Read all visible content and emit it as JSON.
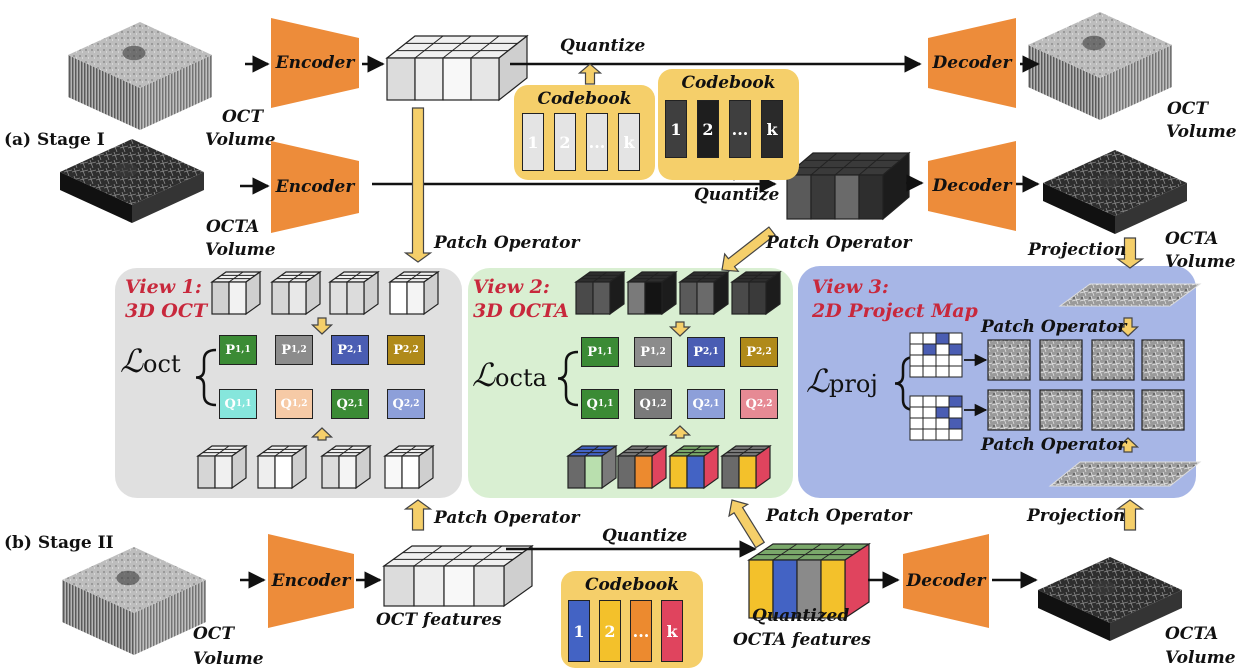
{
  "stage1": {
    "title": "(a) Stage I",
    "oct_volume_line1": "OCT",
    "oct_volume_line2": "Volume",
    "octa_volume_line1": "OCTA",
    "octa_volume_line2": "Volume",
    "encoder_label": "Encoder",
    "decoder_label": "Decoder",
    "quantize_label": "Quantize",
    "codebook_label": "Codebook",
    "codebook_entries": [
      "1",
      "2",
      "...",
      "k"
    ],
    "patch_operator_label": "Patch Operator",
    "projection_label": "Projection"
  },
  "view1": {
    "title_line1": "View 1:",
    "title_line2": "3D OCT",
    "loss_symbol": "ℒ",
    "loss_sub": "oct",
    "tokens_top": [
      {
        "base": "P",
        "sub": "1,1",
        "color": "#3b8b35"
      },
      {
        "base": "P",
        "sub": "1,2",
        "color": "#8c8c8c"
      },
      {
        "base": "P",
        "sub": "2,1",
        "color": "#4a5db3"
      },
      {
        "base": "P",
        "sub": "2,2",
        "color": "#b08a1a"
      }
    ],
    "tokens_bottom": [
      {
        "base": "Q",
        "sub": "1,1",
        "color": "#86e6dc"
      },
      {
        "base": "Q",
        "sub": "1,2",
        "color": "#f6caa6"
      },
      {
        "base": "Q",
        "sub": "2,1",
        "color": "#3b8b35"
      },
      {
        "base": "Q",
        "sub": "2,2",
        "color": "#8d9fd9"
      }
    ]
  },
  "view2": {
    "title_line1": "View 2:",
    "title_line2": "3D OCTA",
    "loss_symbol": "ℒ",
    "loss_sub": "octa",
    "tokens_top": [
      {
        "base": "P",
        "sub": "1,1",
        "color": "#3b8b35"
      },
      {
        "base": "P",
        "sub": "1,2",
        "color": "#8c8c8c"
      },
      {
        "base": "P",
        "sub": "2,1",
        "color": "#4a5db3"
      },
      {
        "base": "P",
        "sub": "2,2",
        "color": "#b08a1a"
      }
    ],
    "tokens_bottom": [
      {
        "base": "Q",
        "sub": "1,1",
        "color": "#3b8b35"
      },
      {
        "base": "Q",
        "sub": "1,2",
        "color": "#7a7a7a"
      },
      {
        "base": "Q",
        "sub": "2,1",
        "color": "#8d9fd9"
      },
      {
        "base": "Q",
        "sub": "2,2",
        "color": "#e68a94"
      }
    ]
  },
  "view3": {
    "title_line1": "View 3:",
    "title_line2": "2D Project Map",
    "loss_symbol": "ℒ",
    "loss_sub": "proj",
    "patch_operator_label": "Patch Operator"
  },
  "stage2": {
    "title": "(b) Stage II",
    "oct_volume_line1": "OCT",
    "oct_volume_line2": "Volume",
    "octa_volume_line1": "OCTA",
    "octa_volume_line2": "Volume",
    "encoder_label": "Encoder",
    "decoder_label": "Decoder",
    "oct_features_label": "OCT features",
    "quantized_line1": "Quantized",
    "quantized_line2": "OCTA features",
    "quantize_label": "Quantize",
    "codebook_label": "Codebook",
    "codebook_entries": [
      "1",
      "2",
      "...",
      "k"
    ],
    "codebook_colors": [
      "#4363c4",
      "#f3c12b",
      "#ec8a2f",
      "#e0445e"
    ],
    "patch_operator_label": "Patch Operator",
    "projection_label": "Projection"
  },
  "colors": {
    "encoder": "#ed8c3a",
    "panel_oct": "#e0e0e0",
    "panel_octa": "#d9efd2",
    "panel_proj": "#a7b6e6",
    "codebook_bg": "#f5cf6a",
    "arrow_yellow": "#f5cf6a",
    "title_red": "#c8283c"
  }
}
